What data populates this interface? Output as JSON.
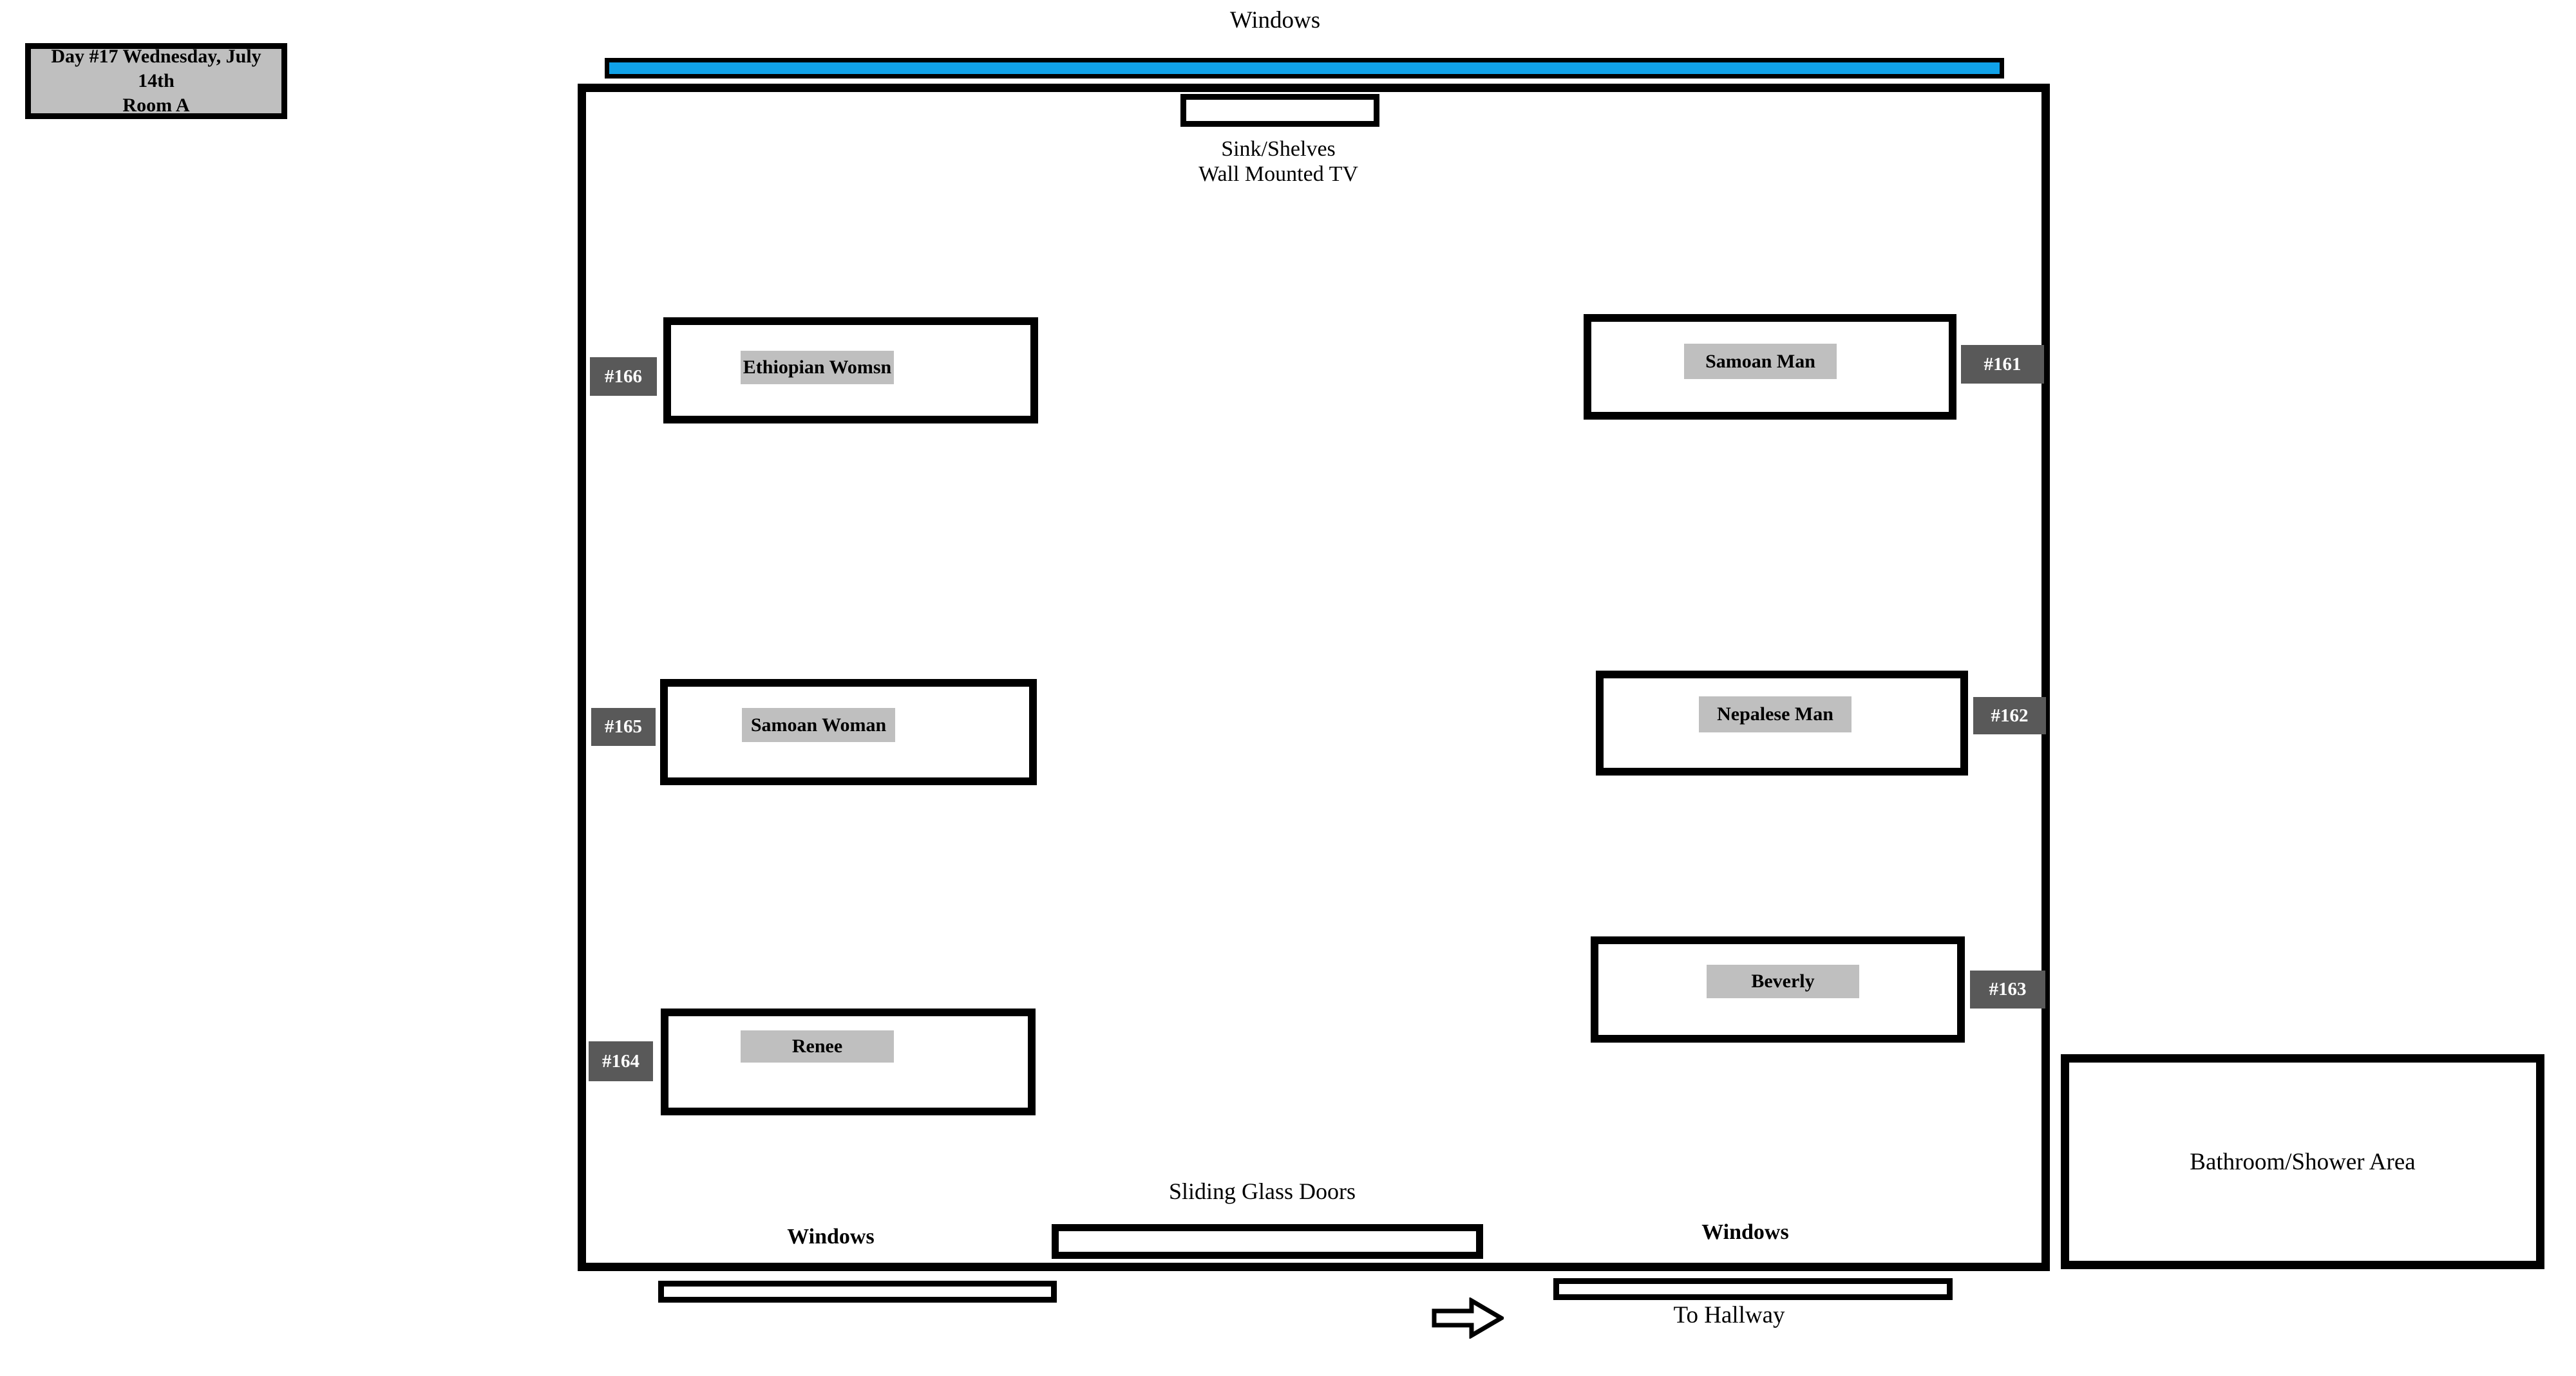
{
  "title_box": {
    "line1": "Day #17 Wednesday, July 14th",
    "line2": "Room A"
  },
  "labels": {
    "top_windows": "Windows",
    "sink": "Sink/Shelves",
    "tv": "Wall Mounted TV",
    "sliding_doors": "Sliding Glass Doors",
    "windows_left": "Windows",
    "windows_right": "Windows",
    "bathroom": "Bathroom/Shower Area",
    "to_hallway": "To Hallway"
  },
  "beds": [
    {
      "tag": "#166",
      "name": "Ethiopian Womsn",
      "side": "left"
    },
    {
      "tag": "#161",
      "name": "Samoan Man",
      "side": "right"
    },
    {
      "tag": "#165",
      "name": "Samoan Woman",
      "side": "left"
    },
    {
      "tag": "#162",
      "name": "Nepalese Man",
      "side": "right"
    },
    {
      "tag": "#163",
      "name": "Beverly",
      "side": "right"
    },
    {
      "tag": "#164",
      "name": "Renee",
      "side": "left"
    }
  ],
  "colors": {
    "window_blue": "#10A2E8",
    "name_label_gray": "#BFBFBF",
    "tag_dark_gray": "#595959",
    "info_box_gray": "#BFBFBF",
    "wall_black": "#000000"
  }
}
